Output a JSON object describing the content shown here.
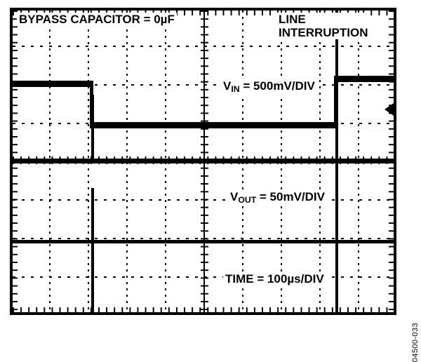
{
  "figure": {
    "id_watermark": "04500-033",
    "kind": "oscilloscope-screenshot"
  },
  "annotations": {
    "bypass_capacitor": "BYPASS CAPACITOR = 0µF",
    "line_interruption_line1": "LINE",
    "line_interruption_line2": "INTERRUPTION",
    "vin_scale_prefix": "V",
    "vin_scale_sub": "IN",
    "vin_scale_suffix": " = 500mV/DIV",
    "vout_scale_prefix": "V",
    "vout_scale_sub": "OUT",
    "vout_scale_suffix": " = 50mV/DIV",
    "time_scale": "TIME = 100µs/DIV"
  },
  "graticule": {
    "divisions_x": 10,
    "divisions_y": 8,
    "border_color": "#000000",
    "grid_color": "#000000",
    "background": "#ffffff"
  },
  "chart_data": {
    "type": "line",
    "title": "BYPASS CAPACITOR = 0µF",
    "xlabel": "TIME = 100µs/DIV",
    "ylabel": "",
    "grid": true,
    "legend": "none",
    "annotations": [
      "LINE INTERRUPTION"
    ],
    "x_units": "µs",
    "x_per_div": 100,
    "xlim": [
      0,
      1000
    ],
    "series": [
      {
        "name": "V_IN",
        "ylabel": "V",
        "y_per_div": 0.5,
        "y_units": "V",
        "scale_text": "VIN = 500mV/DIV",
        "trace_style": "square-pulse-drop",
        "x": [
          0,
          207,
          207,
          849,
          849,
          1000
        ],
        "y": [
          0.5,
          0.5,
          -0.45,
          -0.45,
          0.55,
          0.55
        ],
        "description": "Input line voltage drops low during the line interruption window, then recovers."
      },
      {
        "name": "V_OUT",
        "ylabel": "V",
        "y_per_div": 0.05,
        "y_units": "V",
        "scale_text": "VOUT = 50mV/DIV",
        "trace_style": "flat-with-spikes",
        "baseline": 0.0,
        "spike_times": [
          207,
          849
        ],
        "spike_description": "Narrow full-height transient glitches coincide with each V_IN edge; output is otherwise flat.",
        "x": [
          0,
          207,
          207,
          207,
          849,
          849,
          849,
          1000
        ],
        "y": [
          0.0,
          0.0,
          0.18,
          0.0,
          0.0,
          0.18,
          0.0,
          0.0
        ]
      }
    ],
    "markers": [
      {
        "name": "trigger-level-arrow",
        "edge": "right",
        "y_div_from_top": 2.6
      }
    ]
  }
}
